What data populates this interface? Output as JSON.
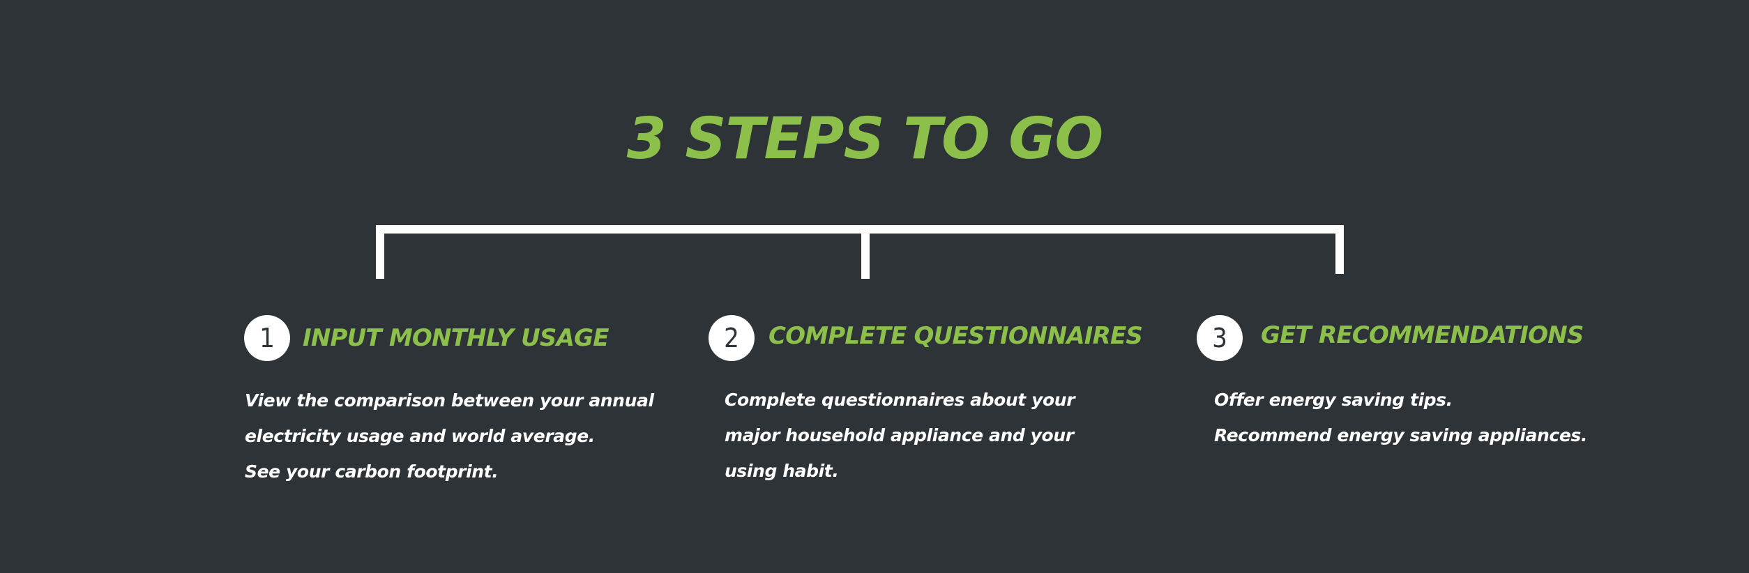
{
  "title": "3 STEPS TO GO",
  "colors": {
    "background": "#2e3338",
    "accent": "#8cc04b",
    "text": "#ffffff"
  },
  "steps": [
    {
      "number": "1",
      "title": "INPUT MONTHLY USAGE",
      "lines": [
        "View the comparison between your annual",
        "electricity usage and world average.",
        "See your carbon footprint."
      ]
    },
    {
      "number": "2",
      "title": "COMPLETE QUESTIONNAIRES",
      "lines": [
        "Complete questionnaires about your",
        "major household appliance and your",
        "using habit."
      ]
    },
    {
      "number": "3",
      "title": "GET RECOMMENDATIONS",
      "lines": [
        "Offer energy saving tips.",
        "Recommend energy saving appliances."
      ]
    }
  ]
}
